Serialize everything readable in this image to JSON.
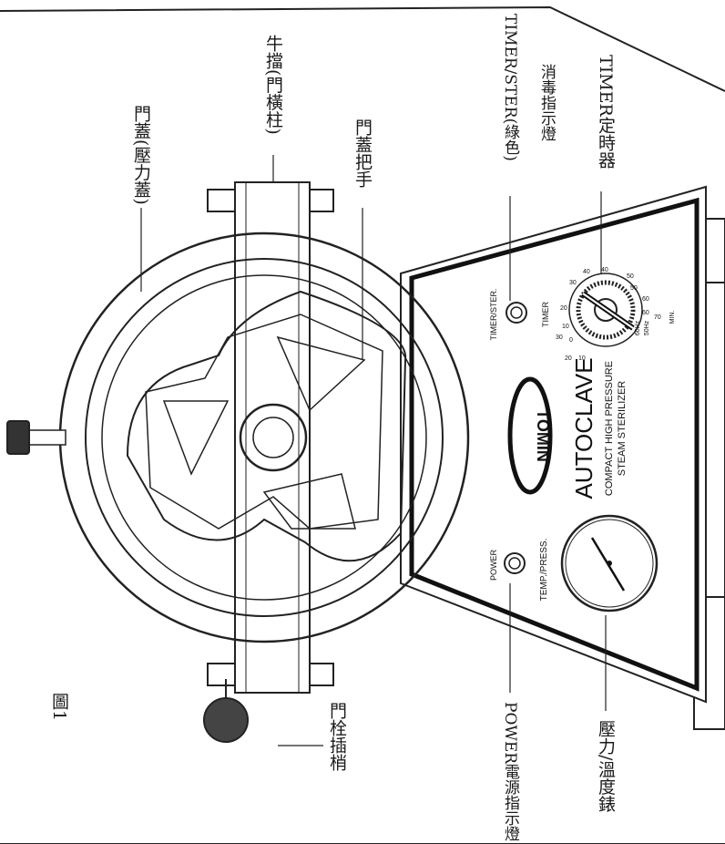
{
  "figure": {
    "caption": "圖1"
  },
  "labels": {
    "door_cover": "門蓋(壓力蓋)",
    "bracket": "牛擋(門橫柱)",
    "door_handle": "門蓋把手",
    "timer_lamp": "TIMER/STER(綠色)",
    "timer_lamp_sub": "消毒指示燈",
    "timer_dial": "TIMER定時器",
    "door_pin": "門栓插梢",
    "power_lamp": "POWER電源指示燈",
    "gauge": "壓力/溫度錶"
  },
  "panel": {
    "brand": "TOMIN",
    "product": "AUTOCLAVE",
    "subtitle1": "COMPACT HIGH PRESSURE",
    "subtitle2": "STEAM STERILIZER",
    "lamp_timer": "TIMER/STER.",
    "timer_title": "TIMER",
    "lamp_power": "POWER",
    "gauge_title": "TEMP./PRESS.",
    "hz60": "60Hz",
    "hz50": "50Hz",
    "min": "MIN.",
    "ticks_inner": [
      "0",
      "10",
      "20",
      "30",
      "40",
      "50",
      "60"
    ],
    "ticks_outer": [
      "10",
      "20",
      "30",
      "40",
      "50",
      "60",
      "70"
    ]
  }
}
